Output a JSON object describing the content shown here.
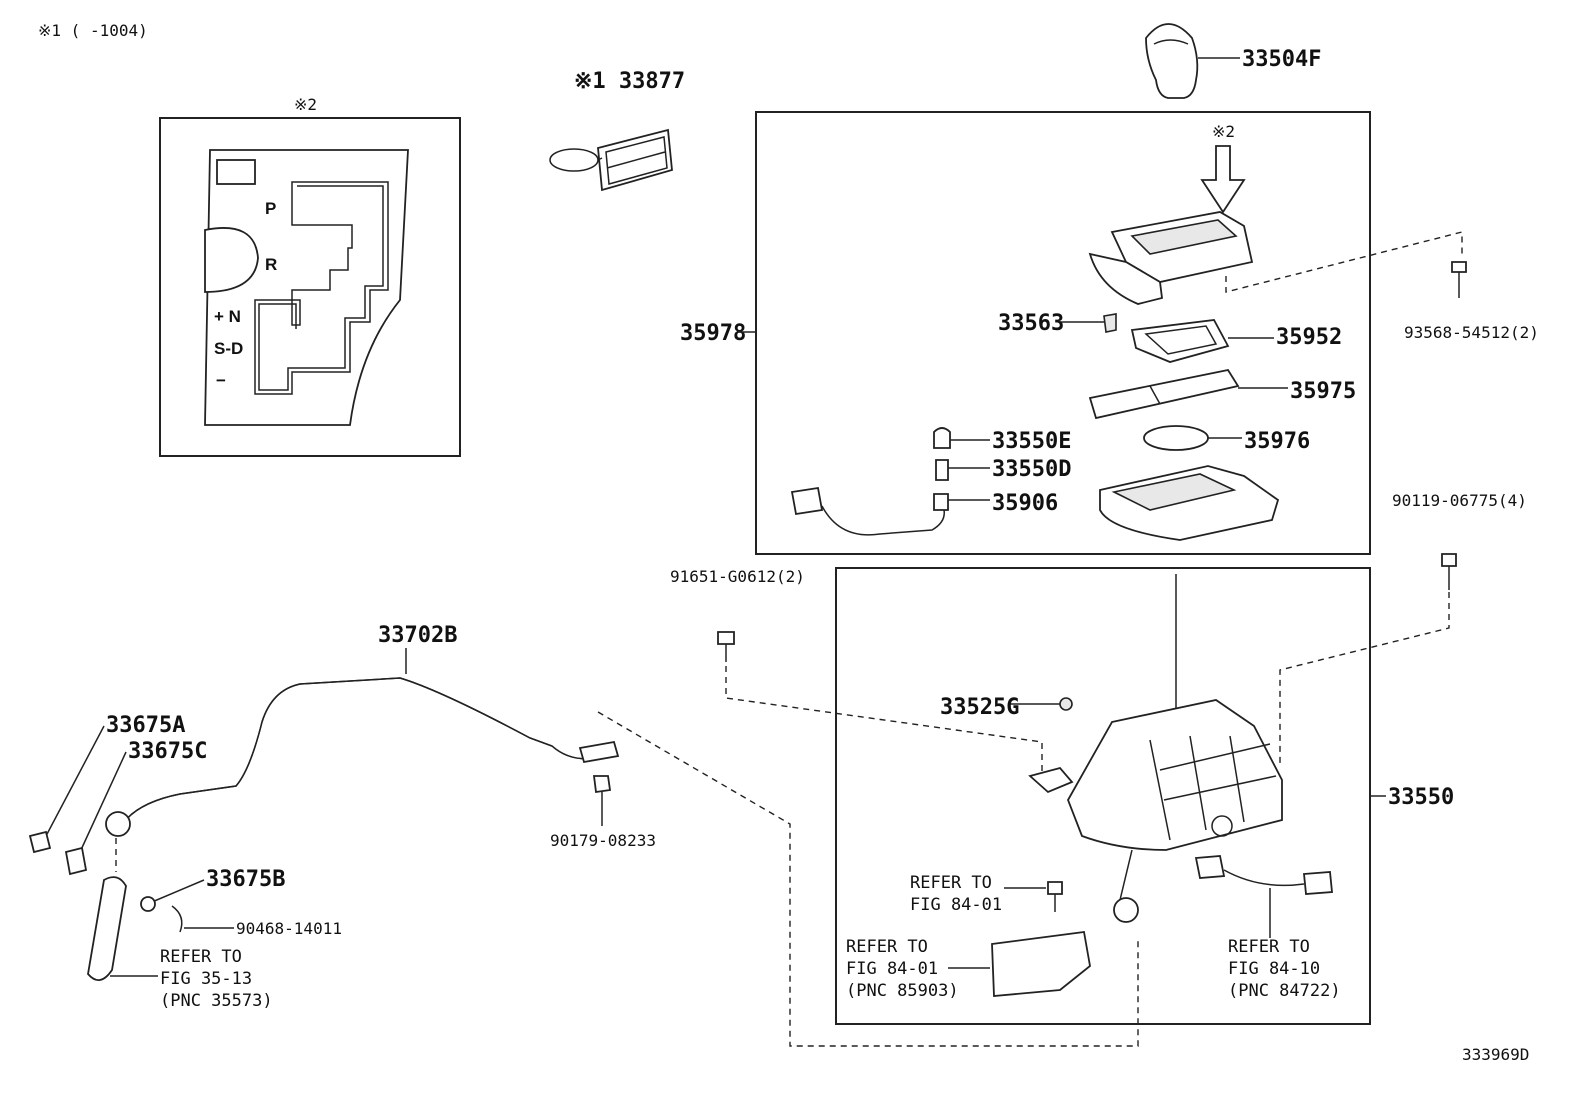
{
  "header": {
    "note": "※1 (     -1004)"
  },
  "inset": {
    "mark": "※2",
    "gates": [
      "P",
      "R",
      "+ N",
      "S-D",
      "−"
    ]
  },
  "parts": {
    "p33877": "※1 33877",
    "p33504F": "33504F",
    "p35978": "35978",
    "mark2": "※2",
    "p33563": "33563",
    "p35952": "35952",
    "p35975": "35975",
    "p35976": "35976",
    "p33550E": "33550E",
    "p33550D": "33550D",
    "p35906": "35906",
    "p93568": "93568-54512(2)",
    "p90119": "90119-06775(4)",
    "p91651": "91651-G0612(2)",
    "p33702B": "33702B",
    "p33675A": "33675A",
    "p33675C": "33675C",
    "p33675B": "33675B",
    "p90468": "90468-14011",
    "p90179": "90179-08233",
    "p33525G": "33525G",
    "p33550": "33550"
  },
  "refs": {
    "r1": [
      "REFER TO",
      "FIG 35-13",
      "(PNC 35573)"
    ],
    "r2": [
      "REFER TO",
      "FIG 84-01"
    ],
    "r3": [
      "REFER TO",
      "FIG 84-01",
      "(PNC 85903)"
    ],
    "r4": [
      "REFER TO",
      "FIG 84-10",
      "(PNC 84722)"
    ]
  },
  "footer": {
    "code": "333969D"
  }
}
